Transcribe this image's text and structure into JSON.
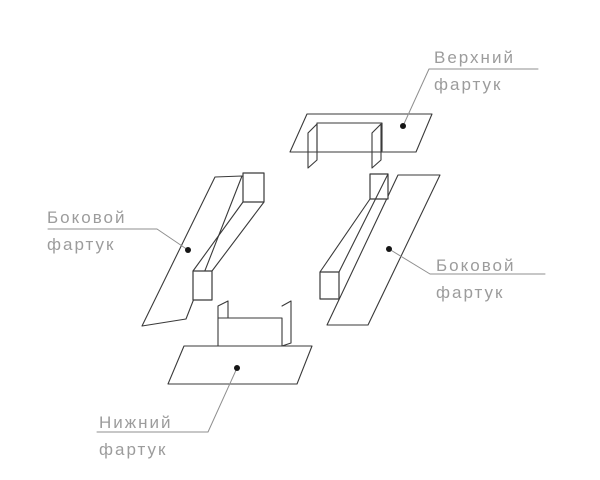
{
  "diagram_title": "Roof window flashing aprons exploded diagram",
  "colors": {
    "background": "#ffffff",
    "drawing_line": "#3a3a3a",
    "leader_line": "#8f8f8f",
    "label_text": "#9c9c9c",
    "leader_dot": "#151515"
  },
  "labels": {
    "upper": {
      "line1": "Верхний",
      "line2": "фартук"
    },
    "side_left": {
      "line1": "Боковой",
      "line2": "фартук"
    },
    "side_right": {
      "line1": "Боковой",
      "line2": "фартук"
    },
    "lower": {
      "line1": "Нижний",
      "line2": "фартук"
    }
  }
}
